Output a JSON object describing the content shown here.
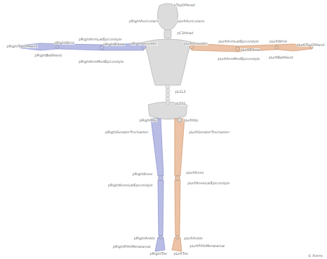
{
  "diagram": {
    "labels": [
      "pTopOfHead",
      "pRightAuricularis",
      "pLeftAuricularis",
      "pC1Head",
      "pRightArmLatEpicondyle",
      "pRightWrist",
      "pRightElbow",
      "pRightShoulder",
      "pLeftShoulder",
      "pLeftArmLatEpicondyle",
      "pLeftElbow",
      "pLeftWrist",
      "pLeftTopOfHand",
      "pRightTopOfHand",
      "pRightBallHand",
      "pLeftBallHand",
      "pRightArmMedEpicondyle",
      "pLeftArmMedEpicondyle",
      "pL1L3",
      "pL5S1",
      "pRightHip",
      "pLeftHip",
      "pRightGreaterTrochanter",
      "pLeftGreaterTrochanter",
      "pRightKnee",
      "pLeftKnee",
      "pRightKneeLatEpicondyle",
      "pLeftKneeLatEpicondyle",
      "pRightAnkle",
      "pLeftAnkle",
      "pRightFifthMetatarsal",
      "pLeftFifthMetatarsal",
      "pRightToe",
      "pLeftToe",
      "© Xsens"
    ]
  }
}
